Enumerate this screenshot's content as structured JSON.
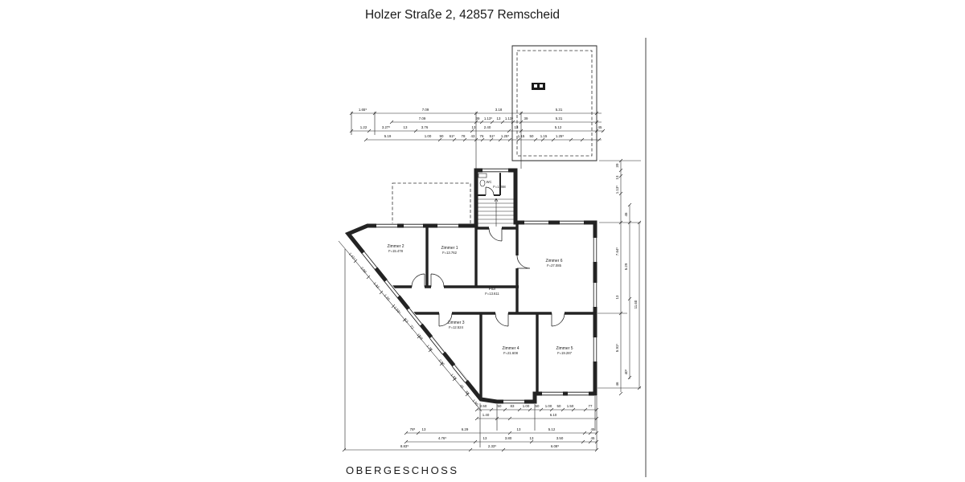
{
  "page": {
    "title": "Holzer Straße 2, 42857 Remscheid",
    "floor_label": "OBERGESCHOSS"
  },
  "rooms": {
    "zimmer2": {
      "name": "Zimmer 2",
      "area": "F=15.478"
    },
    "zimmer1": {
      "name": "Zimmer 1",
      "area": "F=13.762"
    },
    "zimmer6": {
      "name": "Zimmer 6",
      "area": "F=27.085"
    },
    "flur": {
      "name": "Flur",
      "area": "F=13.611"
    },
    "zimmer3": {
      "name": "Zimmer 3",
      "area": "F=12.524"
    },
    "zimmer4": {
      "name": "Zimmer 4",
      "area": "F=21.608"
    },
    "zimmer5": {
      "name": "Zimmer 5",
      "area": "F=19.287"
    },
    "wc": {
      "name": "WC",
      "area": "F=1.288"
    }
  },
  "dims": {
    "top1": [
      "1.65⁵",
      "7.09",
      "3.18",
      "5.31"
    ],
    "top2": [
      "7.09",
      "39",
      "1.13⁵",
      "13",
      "1.13⁵",
      "39",
      "5.31"
    ],
    "top3": [
      "1.22",
      "3.27⁵",
      "13",
      "3.76",
      "13",
      "2.40",
      "13",
      "5.12",
      "45"
    ],
    "top4": [
      "5.19",
      "1.00",
      "90",
      "61⁵",
      "78",
      "43",
      "76",
      "51⁵",
      "1.25⁵",
      "1.15",
      "50",
      "1.15",
      "1.25⁵"
    ],
    "bottom1": [
      "78⁵",
      "13",
      "6.29",
      "13",
      "5.12",
      "45"
    ],
    "bottom2": [
      "4.76⁵",
      "13",
      "3.80",
      "13",
      "3.50",
      "45"
    ],
    "bottom3": [
      "8.83⁵",
      "2.33⁵",
      "6.08⁵"
    ],
    "inner1": [
      "2.50",
      "50",
      "83",
      "1.00",
      "50",
      "1.00",
      "50",
      "1.50",
      "77"
    ],
    "inner2": [
      "1.40",
      "6.10"
    ],
    "right": [
      "39",
      "13",
      "1.13⁵",
      "45",
      "7.64⁵",
      "5.29",
      "13",
      "11.60",
      "5.91⁵",
      "40⁵",
      "46"
    ],
    "diag": [
      "1.41⁴",
      "2.00",
      "1.32",
      "1.20",
      "1.53⁴",
      "13",
      "72",
      "1.48",
      "1.20",
      "2.00",
      "1.53",
      "45",
      "50",
      "1.50"
    ]
  }
}
